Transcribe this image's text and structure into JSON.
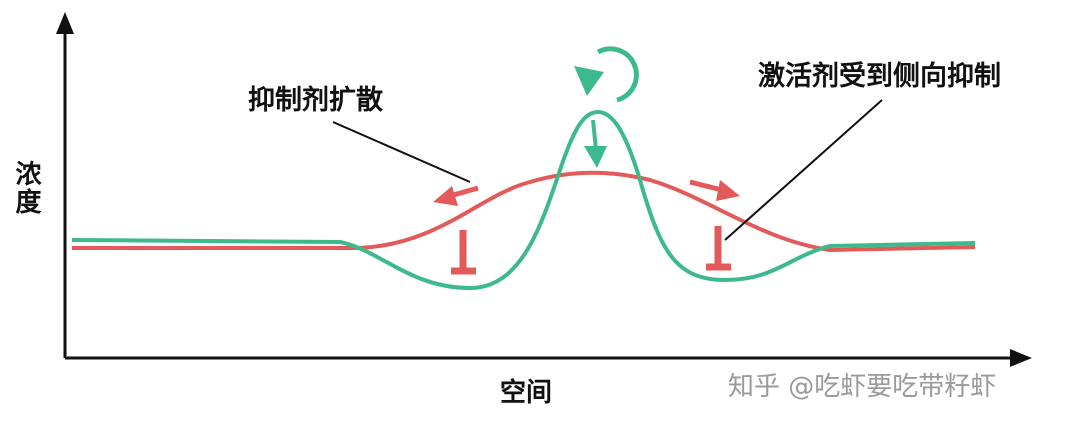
{
  "axes": {
    "y_label": "浓度",
    "x_label": "空间"
  },
  "annotations": {
    "inhibitor_diffusion": "抑制剂扩散",
    "activator_lateral_inhibition": "激活剂受到侧向抑制"
  },
  "watermark": "知乎 @吃虾要吃带籽虾",
  "colors": {
    "activator": "#3dba8c",
    "inhibitor": "#e35a5a",
    "axis": "#111111"
  }
}
